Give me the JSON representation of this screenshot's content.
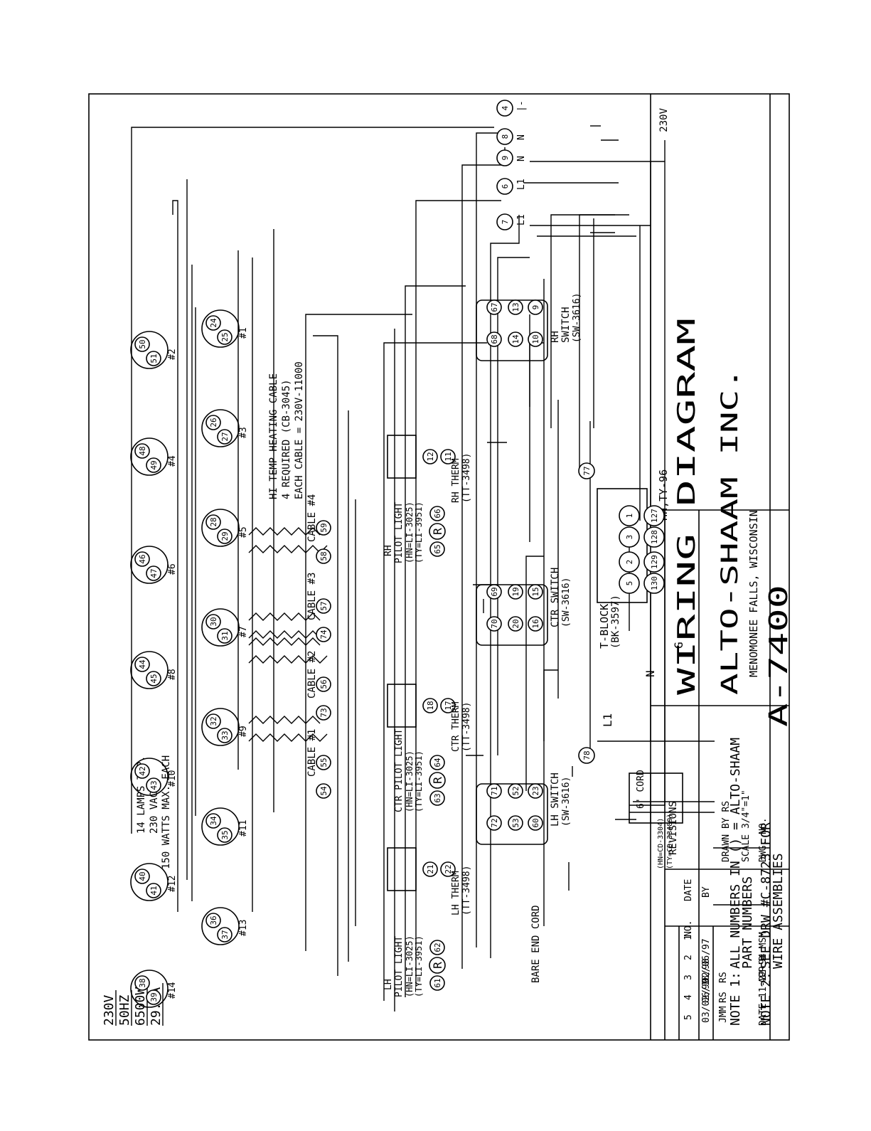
{
  "title_block": {
    "voltage": "230V",
    "model": "HN,TY-96",
    "title": "WIRING DIAGRAM",
    "company": "ALTO-SHAAM INC.",
    "location": "MENOMONEE FALLS, WISCONSIN",
    "drawn_by": "DRAWN BY RS",
    "scale": "SCALE 3/4\"=1\"",
    "dwg_no_label": "DWG. NO.",
    "dwg_no": "A-7400",
    "appd": "APP'D",
    "appd_by": "MSM",
    "date": "DATE 11-22-94"
  },
  "revisions": {
    "heading": "REVISIONS",
    "columns": [
      "NO.",
      "DATE",
      "BY"
    ],
    "rows": [
      {
        "no": "1",
        "date": "02/06/97",
        "by": "RS"
      },
      {
        "no": "2",
        "date": "06/18/98",
        "by": "RS"
      },
      {
        "no": "3",
        "date": "03/02/99",
        "by": "JMM"
      },
      {
        "no": "4",
        "date": "",
        "by": ""
      },
      {
        "no": "5",
        "date": "",
        "by": ""
      }
    ]
  },
  "ratings": {
    "voltage": "230V",
    "frequency": "50HZ",
    "wattage": "6500W",
    "amperage": "29.5A"
  },
  "lamps_note": {
    "line1": "14 LAMPS TYP.",
    "line2": "230 VAC.",
    "line3": "150 WATTS MAX. EACH"
  },
  "heating_note": {
    "line1": "HI TEMP HEATING CABLE",
    "line2": "4 REQUIRED (CB-3045)",
    "line3": "EACH CABLE = 230V-11000"
  },
  "lamps": [
    {
      "a": "38",
      "b": "39",
      "tag": "#14"
    },
    {
      "a": "40",
      "b": "41",
      "tag": "#12"
    },
    {
      "a": "42",
      "b": "43",
      "tag": "#10"
    },
    {
      "a": "44",
      "b": "45",
      "tag": "#8"
    },
    {
      "a": "46",
      "b": "47",
      "tag": "#6"
    },
    {
      "a": "48",
      "b": "49",
      "tag": "#4"
    },
    {
      "a": "50",
      "b": "51",
      "tag": "#2"
    },
    {
      "a": "36",
      "b": "37",
      "tag": "#13"
    },
    {
      "a": "34",
      "b": "35",
      "tag": "#11"
    },
    {
      "a": "32",
      "b": "33",
      "tag": "#9"
    },
    {
      "a": "30",
      "b": "31",
      "tag": "#7"
    },
    {
      "a": "28",
      "b": "29",
      "tag": "#5"
    },
    {
      "a": "26",
      "b": "27",
      "tag": "#3"
    },
    {
      "a": "24",
      "b": "25",
      "tag": "#1"
    }
  ],
  "cables": [
    {
      "label": "CABLE #1",
      "t1": "54",
      "t2": "55"
    },
    {
      "label": "CABLE #2",
      "t1": "73",
      "t2": "56"
    },
    {
      "label": "CABLE #3",
      "t1": "74",
      "t2": "57"
    },
    {
      "label": "CABLE #4",
      "t1": "58",
      "t2": "59"
    }
  ],
  "switches": {
    "lh": {
      "name": "LH SWITCH",
      "part": "(SW-3616)",
      "terminals": [
        "71",
        "52",
        "23",
        "72",
        "53",
        "60"
      ]
    },
    "ctr": {
      "name": "CTR SWITCH",
      "part": "(SW-3616)",
      "terminals": [
        "69",
        "19",
        "15",
        "70",
        "20",
        "16"
      ]
    },
    "rh": {
      "name": "RH",
      "name2": "SWITCH",
      "part": "(SW-3616)",
      "terminals": [
        "67",
        "13",
        "9",
        "68",
        "14",
        "10"
      ]
    }
  },
  "thermostats": {
    "lh": {
      "name": "LH THERM",
      "part": "(TT-3498)",
      "t1": "21",
      "t2": "22"
    },
    "ctr": {
      "name": "CTR THERM",
      "part": "(TT-3498)",
      "t1": "18",
      "t2": "17"
    },
    "rh": {
      "name": "RH THERM",
      "part": "(TT-3498)",
      "t1": "12",
      "t2": "11"
    }
  },
  "pilot_lights": {
    "lh": {
      "l0": "LH",
      "l1": "PILOT LIGHT",
      "l2": "(HN=LI-3025)",
      "l3": "(TY=LI-3951)",
      "t1": "61",
      "t2": "62",
      "r": "R"
    },
    "ctr": {
      "l0": "",
      "l1": "CTR PILOT LIGHT",
      "l2": "(HN=LI-3025)",
      "l3": "(TY=LI-3951)",
      "t1": "63",
      "t2": "64",
      "r": "R"
    },
    "rh": {
      "l0": "RH",
      "l1": "PILOT LIGHT",
      "l2": "(HN=LI-3025)",
      "l3": "(TY=LI-3951)",
      "t1": "65",
      "t2": "66",
      "r": "R"
    }
  },
  "junctions": [
    "77",
    "78"
  ],
  "terminal_block": {
    "name": "T-BLOCK",
    "part": "(BK-3597)",
    "top": [
      "1",
      "3",
      "2",
      "5"
    ],
    "bottom": [
      "127",
      "128",
      "129",
      "130"
    ]
  },
  "power_terminals": [
    {
      "num": "4",
      "label": "|-"
    },
    {
      "num": "8",
      "label": "N"
    },
    {
      "num": "9",
      "label": "N"
    },
    {
      "num": "6",
      "label": "L1"
    },
    {
      "num": "7",
      "label": "L1"
    }
  ],
  "cord": {
    "name": "6' CORD",
    "hn": "(HN=CD-3304)",
    "ty": "(TY=CD-33489)",
    "bare": "BARE END CORD",
    "l1": "L1",
    "n": "N",
    "g": "G"
  },
  "notes": {
    "n1_label": "NOTE 1:",
    "n1_line1": "ALL NUMBERS IN () = ALTO-SHAAM",
    "n1_line2": "PART NUMBERS",
    "n2_label": "NOTE 2:",
    "n2_line1": "SEE DRW #C-8723 FOR",
    "n2_line2": "WIRE ASSEMBLIES"
  }
}
